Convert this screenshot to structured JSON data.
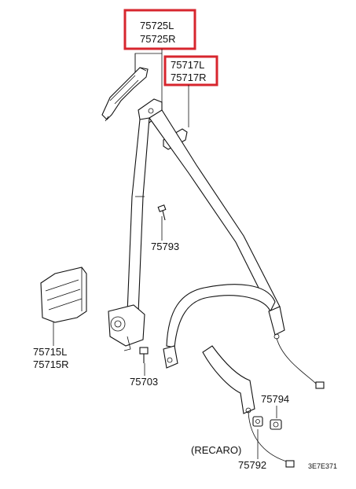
{
  "labels": {
    "p75725l": "75725L",
    "p75725r": "75725R",
    "p75717l": "75717L",
    "p75717r": "75717R",
    "p75793": "75793",
    "p75715l": "75715L",
    "p75715r": "75715R",
    "p75703": "75703",
    "p75794": "75794",
    "p75792": "75792",
    "recaro": "(RECARO)",
    "code": "3E7E371"
  },
  "colors": {
    "highlight": "#d7262e",
    "line": "#111111",
    "faded_text": "#e8a878"
  }
}
